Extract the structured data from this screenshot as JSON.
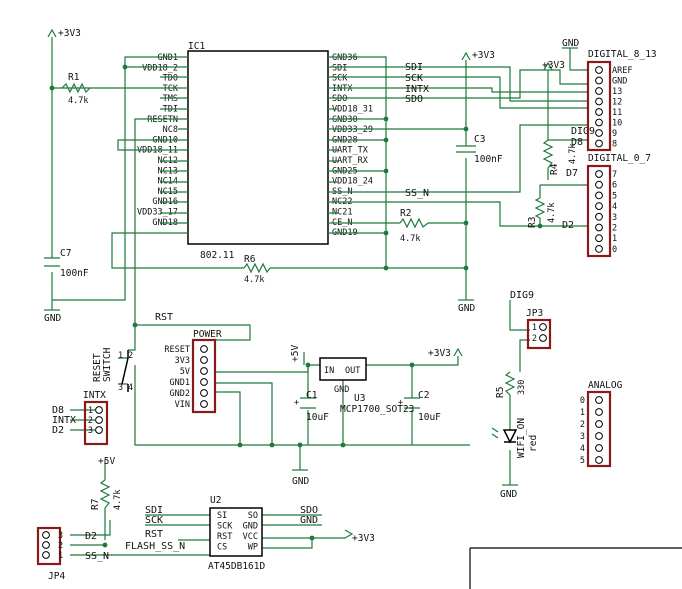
{
  "supply": {
    "vcc_top_left": "+3V3",
    "vcc_c3": "+3V3",
    "vcc_r4": "+3V3",
    "vcc_u3": "+3V3",
    "vcc_u2": "+3V3",
    "v5_u3": "+5V",
    "v5_r7": "+5V",
    "gnd": "GND"
  },
  "ic1": {
    "ref": "IC1",
    "value": "802.11",
    "left_pins": [
      "GND1",
      "VDD18_2",
      "TDO",
      "TCK",
      "TMS",
      "TDI",
      "RESETN",
      "NC8",
      "GND10",
      "VDD18_11",
      "NC12",
      "NC13",
      "NC14",
      "NC15",
      "GND16",
      "VDD33_17",
      "GND18"
    ],
    "right_pins": [
      "GND36",
      "SDI",
      "SCK",
      "INTX",
      "SDO",
      "VDD18_31",
      "GND30",
      "VDD33_29",
      "GND28",
      "UART_TX",
      "UART_RX",
      "GND25",
      "VDD18_24",
      "SS_N",
      "NC22",
      "NC21",
      "CE_N",
      "GND19"
    ]
  },
  "nets": {
    "sdi": "SDI",
    "sck": "SCK",
    "intx": "INTX",
    "sdo": "SDO",
    "ss_n": "SS_N",
    "rst": "RST",
    "d8": "D8",
    "d9": "DIG9",
    "d2": "D2",
    "d2b": "D2",
    "flash_ss": "FLASH_SS_N",
    "ss_n2": "SS_N",
    "d7": "D7",
    "dig9b": "DIG9"
  },
  "components": {
    "r1": {
      "ref": "R1",
      "value": "4.7k"
    },
    "r2": {
      "ref": "R2",
      "value": "4.7k"
    },
    "r3": {
      "ref": "R3",
      "value": "4.7k"
    },
    "r4": {
      "ref": "R4",
      "value": "4.7k"
    },
    "r5": {
      "ref": "R5",
      "value": "330"
    },
    "r6": {
      "ref": "R6",
      "value": "4.7k"
    },
    "r7": {
      "ref": "R7",
      "value": "4.7k"
    },
    "c1": {
      "ref": "C1",
      "value": "10uF"
    },
    "c2": {
      "ref": "C2",
      "value": "10uF"
    },
    "c3": {
      "ref": "C3",
      "value": "100nF"
    },
    "c7": {
      "ref": "C7",
      "value": "100nF"
    },
    "u3": {
      "ref": "U3",
      "value": "MCP1700_SOT23",
      "in": "IN",
      "out": "OUT",
      "gnd": "GND"
    },
    "u2": {
      "ref": "U2",
      "value": "AT45DB161D",
      "left_pins": [
        "SI",
        "SCK",
        "RST",
        "CS"
      ],
      "right_pins": [
        "SO",
        "GND",
        "VCC",
        "WP"
      ],
      "left_nets": [
        "SDI",
        "SCK",
        "RST",
        "FLASH_SS_N"
      ],
      "right_nets": [
        "SDO",
        "GND"
      ]
    },
    "led": {
      "ref": "WIFI_ON",
      "value": "red"
    },
    "switch": {
      "label_a": "RESET",
      "label_b": "SWITCH",
      "pins": [
        "2",
        "1",
        "3",
        "4"
      ]
    }
  },
  "headers": {
    "digital_8_13": {
      "title": "DIGITAL_8_13",
      "pins": [
        "AREF",
        "GND",
        "13",
        "12",
        "11",
        "10",
        "9",
        "8"
      ]
    },
    "digital_0_7": {
      "title": "DIGITAL_0_7",
      "pins": [
        "7",
        "6",
        "5",
        "4",
        "3",
        "2",
        "1",
        "0"
      ]
    },
    "analog": {
      "title": "ANALOG",
      "pins": [
        "0",
        "1",
        "2",
        "3",
        "4",
        "5"
      ]
    },
    "power": {
      "title": "POWER",
      "pins": [
        "RESET",
        "3V3",
        "5V",
        "GND1",
        "GND2",
        "VIN"
      ]
    },
    "intx": {
      "title": "INTX",
      "pins": [
        "1",
        "2",
        "3"
      ],
      "nets": [
        "D8",
        "INTX",
        "D2"
      ]
    },
    "jp3": {
      "title": "JP3",
      "pins": [
        "1",
        "2"
      ]
    },
    "jp4": {
      "title": "JP4",
      "pins": [
        "3",
        "2",
        "1"
      ]
    }
  }
}
